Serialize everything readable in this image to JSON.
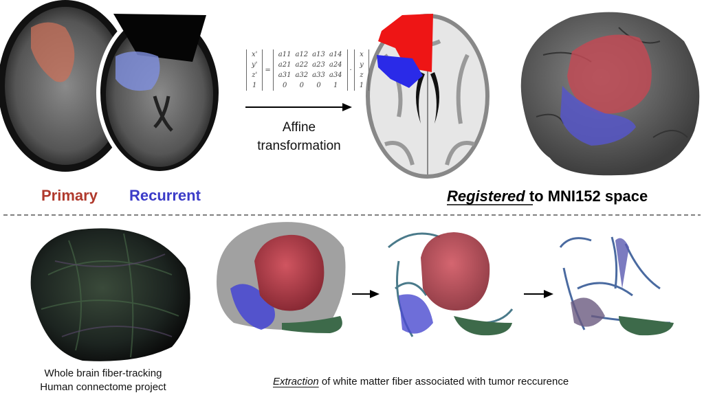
{
  "top": {
    "label_primary": "Primary",
    "label_recurrent": "Recurrent",
    "affine_line1": "Affine",
    "affine_line2": "transformation",
    "registered_em": "Registered",
    "registered_rest": " to MNI152 space",
    "equation": {
      "lhs": [
        "x'",
        "y'",
        "z'",
        "1"
      ],
      "equals": "=",
      "matrix": [
        [
          "a11",
          "a12",
          "a13",
          "a14"
        ],
        [
          "a21",
          "a22",
          "a23",
          "a24"
        ],
        [
          "a31",
          "a32",
          "a33",
          "a34"
        ],
        [
          "0",
          "0",
          "0",
          "1"
        ]
      ],
      "dot": "·",
      "rhs": [
        "x",
        "y",
        "z",
        "1"
      ]
    }
  },
  "bottom": {
    "caption_left_line1": "Whole brain fiber-tracking",
    "caption_left_line2": "Human connectome project",
    "caption_right_em": "Extraction",
    "caption_right_rest": " of white matter fiber associated with tumor reccurence"
  },
  "colors": {
    "primary": "#b0392c",
    "recurrent": "#3b3bc8"
  }
}
